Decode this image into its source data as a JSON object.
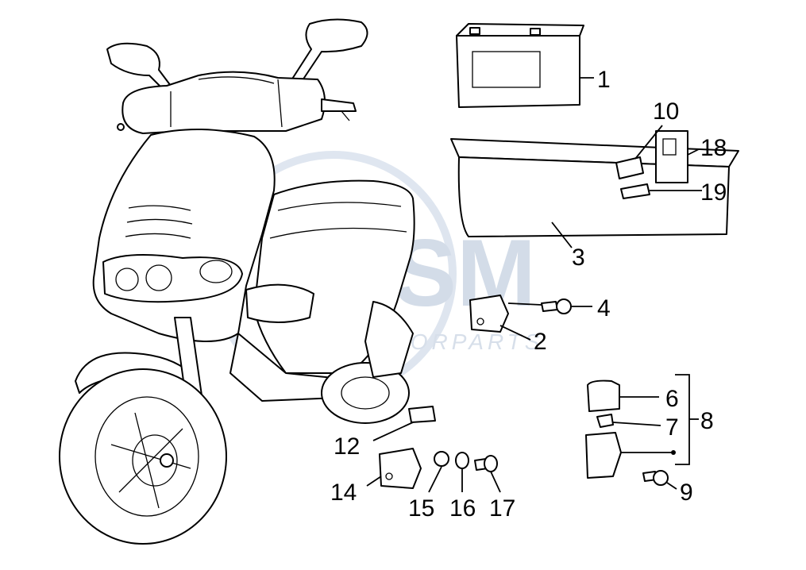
{
  "watermark": {
    "logo_text": "MSM",
    "sub_text": "MOTORPARTS"
  },
  "callouts": {
    "c1": "1",
    "c2": "2",
    "c3": "3",
    "c4": "4",
    "c6": "6",
    "c7": "7",
    "c8": "8",
    "c9": "9",
    "c10": "10",
    "c12": "12",
    "c14": "14",
    "c15": "15",
    "c16": "16",
    "c17": "17",
    "c18": "18",
    "c19": "19"
  }
}
